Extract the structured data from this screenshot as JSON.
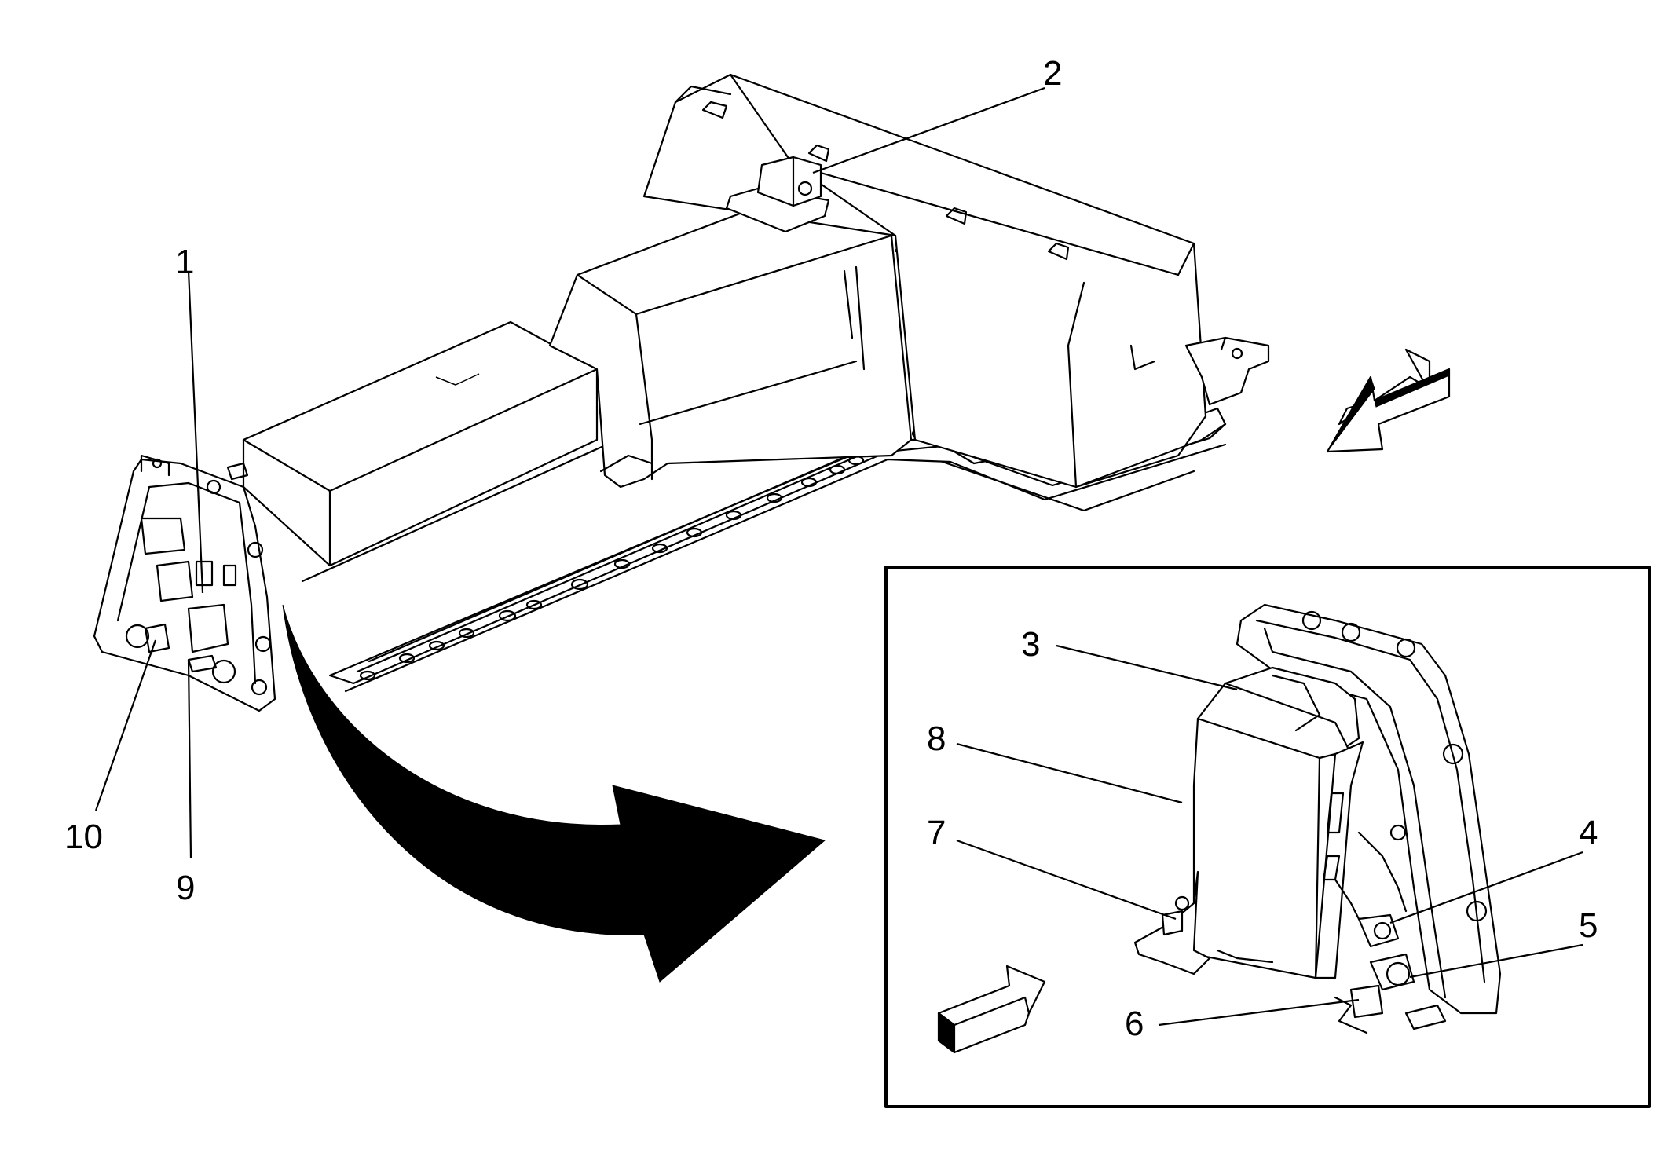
{
  "callouts": [
    {
      "id": "1",
      "label": "1"
    },
    {
      "id": "2",
      "label": "2"
    },
    {
      "id": "3",
      "label": "3"
    },
    {
      "id": "4",
      "label": "4"
    },
    {
      "id": "5",
      "label": "5"
    },
    {
      "id": "6",
      "label": "6"
    },
    {
      "id": "7",
      "label": "7"
    },
    {
      "id": "8",
      "label": "8"
    },
    {
      "id": "9",
      "label": "9"
    },
    {
      "id": "10",
      "label": "10"
    }
  ],
  "colors": {
    "line": "#000000",
    "background": "#ffffff"
  },
  "icons": {
    "front_direction_arrow_main": "direction-arrow-icon",
    "front_direction_arrow_inset": "direction-arrow-icon",
    "detail_transition_arrow": "curved-arrow-icon"
  }
}
